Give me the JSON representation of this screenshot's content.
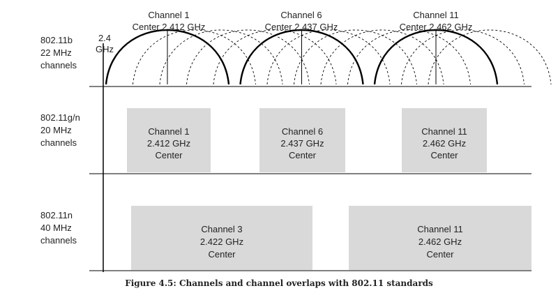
{
  "freq_marker": [
    "2.4",
    "GHz"
  ],
  "rows": [
    {
      "lines": [
        "802.11b",
        "22 MHz",
        "channels"
      ]
    },
    {
      "lines": [
        "802.11g/n",
        "20 MHz",
        "channels"
      ]
    },
    {
      "lines": [
        "802.11n",
        "40 MHz",
        "channels"
      ]
    }
  ],
  "b_channels": [
    {
      "lines": [
        "Channel 1",
        "Center 2.412 GHz"
      ]
    },
    {
      "lines": [
        "Channel 6",
        "Center 2.437 GHz"
      ]
    },
    {
      "lines": [
        "Channel 11",
        "Center 2.462 GHz"
      ]
    }
  ],
  "gn_channels": [
    {
      "lines": [
        "Channel 1",
        "2.412 GHz",
        "Center"
      ]
    },
    {
      "lines": [
        "Channel 6",
        "2.437 GHz",
        "Center"
      ]
    },
    {
      "lines": [
        "Channel 11",
        "2.462 GHz",
        "Center"
      ]
    }
  ],
  "n40_channels": [
    {
      "lines": [
        "Channel 3",
        "2.422 GHz",
        "Center"
      ]
    },
    {
      "lines": [
        "Channel 11",
        "2.462 GHz",
        "Center"
      ]
    }
  ],
  "caption": "Figure 4.5: Channels and channel overlaps with 802.11 standards",
  "colors": {
    "box_fill": "#d9d9d9",
    "line": "#000000",
    "text": "#222222"
  }
}
